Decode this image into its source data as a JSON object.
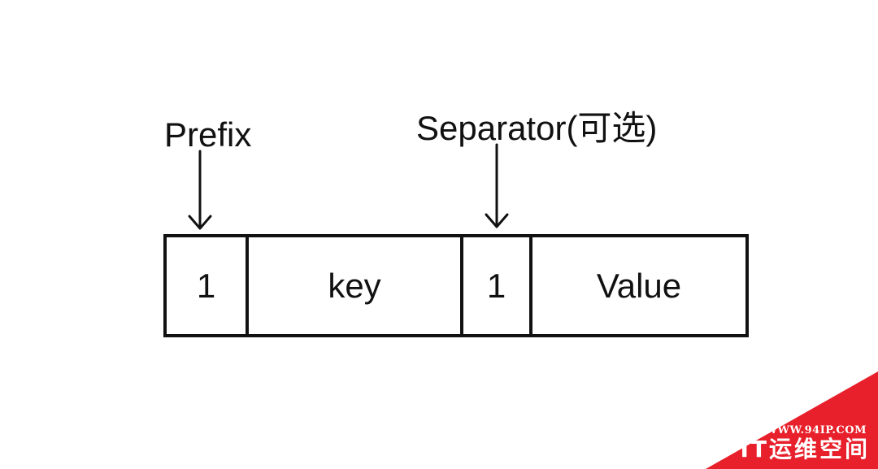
{
  "labels": {
    "prefix": "Prefix",
    "separator": "Separator(可选)"
  },
  "record": {
    "prefix_cell": "1",
    "key_cell": "key",
    "separator_cell": "1",
    "value_cell": "Value"
  },
  "watermark": {
    "url": "WWW.94IP.COM",
    "name": "IT运维空间",
    "color": "#e8202b"
  },
  "colors": {
    "stroke": "#111111",
    "background": "#ffffff"
  }
}
